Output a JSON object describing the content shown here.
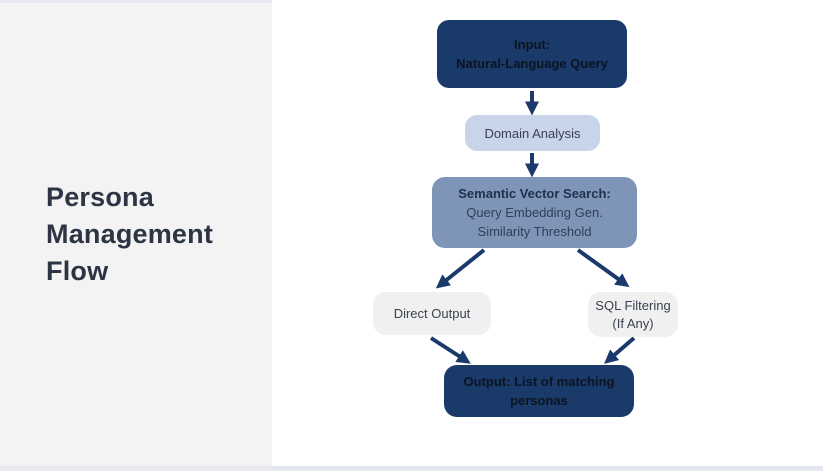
{
  "sidebar": {
    "title": "Persona Management Flow",
    "title_lines": [
      "Persona",
      "Management",
      "Flow"
    ]
  },
  "flowchart": {
    "nodes": [
      {
        "id": "input",
        "type": "start",
        "lines": [
          "Input:",
          "Natural-Language Query"
        ]
      },
      {
        "id": "domain-analysis",
        "type": "process",
        "lines": [
          "Domain Analysis"
        ]
      },
      {
        "id": "semantic-vector-search",
        "type": "process",
        "lines": [
          "Semantic Vector Search:",
          "Query Embedding Gen.",
          "Similarity Threshold"
        ]
      },
      {
        "id": "direct-output",
        "type": "branch",
        "lines": [
          "Direct Output"
        ]
      },
      {
        "id": "sql-filtering",
        "type": "branch",
        "lines": [
          "SQL Filtering",
          "(If Any)"
        ]
      },
      {
        "id": "output",
        "type": "end",
        "lines": [
          "Output: List of matching",
          "personas"
        ]
      }
    ],
    "edges": [
      {
        "from": "input",
        "to": "domain-analysis"
      },
      {
        "from": "domain-analysis",
        "to": "semantic-vector-search"
      },
      {
        "from": "semantic-vector-search",
        "to": "direct-output"
      },
      {
        "from": "semantic-vector-search",
        "to": "sql-filtering"
      },
      {
        "from": "direct-output",
        "to": "output"
      },
      {
        "from": "sql-filtering",
        "to": "output"
      }
    ]
  },
  "colors": {
    "navy_node": "#1a3a69",
    "slate_node": "#7e95b8",
    "light_blue_node": "#c7d4ea",
    "gray_node": "#f0f0f1",
    "arrow": "#1b3a6b",
    "sidebar_bg": "#f3f3f4",
    "sidebar_top_strip": "#e9e9f2",
    "title_text": "#2d3444",
    "footer_strip": "#e2e6ee",
    "canvas_bg": "#ffffff"
  }
}
